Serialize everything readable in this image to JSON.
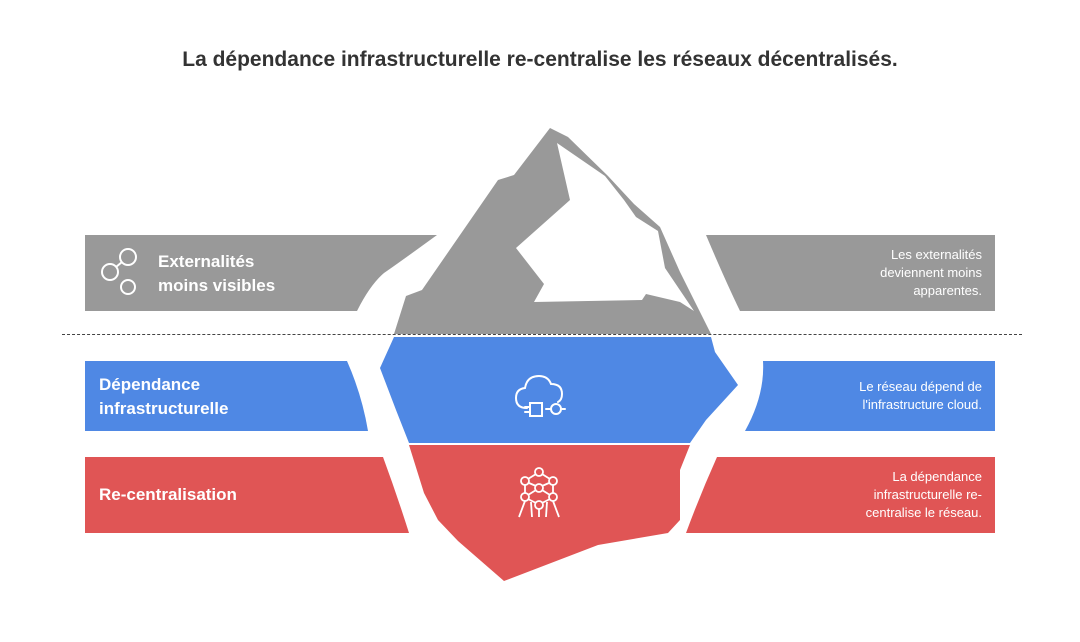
{
  "title": "La dépendance infrastructurelle re-centralise les réseaux décentralisés.",
  "colors": {
    "grey": "#999999",
    "blue": "#4f88e4",
    "red": "#e05555",
    "text": "#333333"
  },
  "layers": [
    {
      "label_line1": "Externalités",
      "label_line2": "moins visibles",
      "desc_line1": "Les externalités",
      "desc_line2": "deviennent moins",
      "desc_line3": "apparentes.",
      "icon": "link-nodes-icon"
    },
    {
      "label_line1": "Dépendance",
      "label_line2": "infrastructurelle",
      "desc_line1": "Le réseau dépend de",
      "desc_line2": "l'infrastructure cloud.",
      "icon": "cloud-plug-icon"
    },
    {
      "label_line1": "Re-centralisation",
      "desc_line1": "La dépendance",
      "desc_line2": "infrastructurelle re-",
      "desc_line3": "centralise le réseau.",
      "icon": "network-atom-icon"
    }
  ]
}
